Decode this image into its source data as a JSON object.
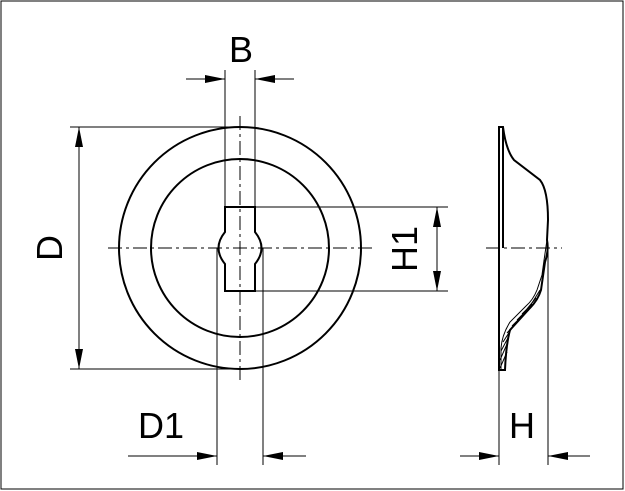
{
  "dimensions": {
    "B": "B",
    "D": "D",
    "D1": "D1",
    "H1": "H1",
    "H": "H"
  }
}
